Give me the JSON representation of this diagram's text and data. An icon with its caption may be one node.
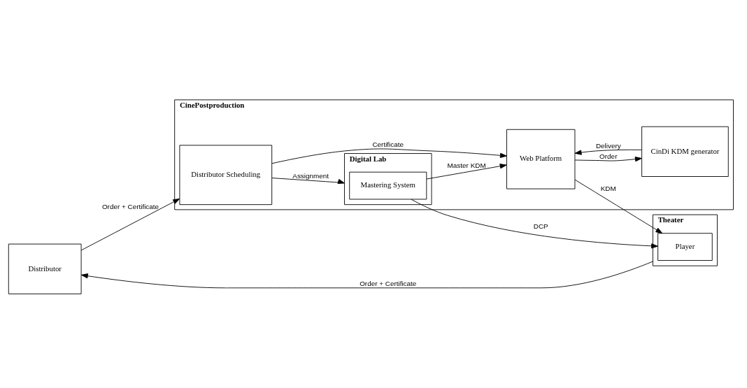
{
  "diagram": {
    "nodes": [
      {
        "text": [
          "Distributor"
        ]
      },
      {
        "text": [
          "CinePostproduction"
        ]
      },
      {
        "text": [
          "Distributor Scheduling"
        ],
        "in": 1
      },
      {
        "text": [
          "Digital Lab"
        ],
        "in": 1
      },
      {
        "text": [
          "Mastering System"
        ],
        "in": 3
      },
      {
        "text": [
          "Web Platform"
        ],
        "in": 1
      },
      {
        "text": [
          "CinDi KDM generator"
        ],
        "in": 1
      },
      {
        "text": [
          "Theater"
        ]
      },
      {
        "text": [
          "Player"
        ],
        "in": 7
      }
    ],
    "edges": [
      {
        "from": 0,
        "to": 2,
        "arrow": "to",
        "label": "Order + Certificate"
      },
      {
        "from": 2,
        "to": 3,
        "arrow": "to",
        "label": "Assignment"
      },
      {
        "from": 4,
        "to": 8,
        "arrow": "to",
        "label": "DCP"
      },
      {
        "from": 2,
        "to": 5,
        "arrow": "to",
        "label": "Certificate"
      },
      {
        "from": 4,
        "to": 5,
        "arrow": "to",
        "label": "Master KDM"
      },
      {
        "from": 5,
        "to": 6,
        "arrow": "to",
        "label": "Order"
      },
      {
        "from": 6,
        "to": 5,
        "arrow": "to",
        "label": "Delivery"
      },
      {
        "from": 5,
        "to": 8,
        "arrow": "to",
        "label": "KDM"
      },
      {
        "from": 7,
        "to": 0,
        "arrow": "to",
        "label": "Order + Certificate"
      }
    ]
  }
}
